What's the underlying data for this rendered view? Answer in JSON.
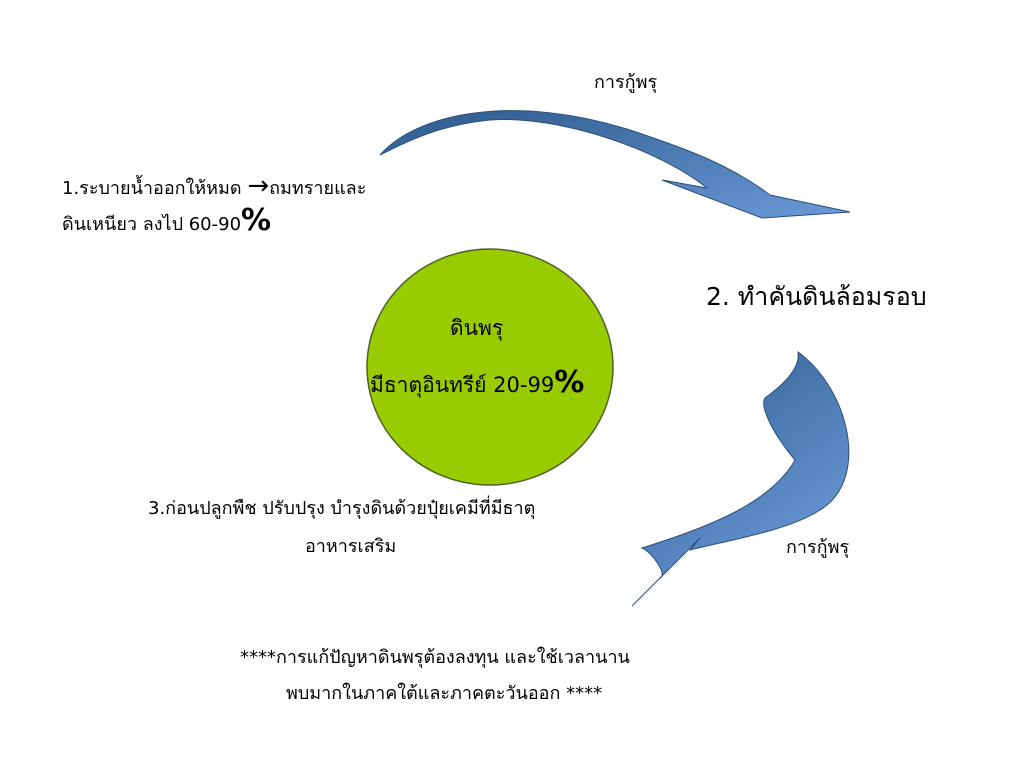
{
  "colors": {
    "circle_fill": "#99cc00",
    "circle_stroke": "#4f6228",
    "arrow_dark": "#2e5a8c",
    "arrow_light": "#5b8fd0"
  },
  "labels": {
    "recover_top": "การกู้พรุ",
    "recover_bottom": "การกู้พรุ"
  },
  "step1": {
    "line1_text": "1.ระบายน้ำออกให้หมด ",
    "line1_arrow": "→",
    "line1_tail": "ถมทรายและ",
    "line2_text": "ดินเหนียว ลงไป 60-90",
    "line2_pct": "%"
  },
  "step2": {
    "text": "2. ทำคันดินล้อมรอบ"
  },
  "center": {
    "title": "ดินพรุ",
    "line2_text": "มีธาตุอินทรีย์ 20-99",
    "line2_pct": "%"
  },
  "step3": {
    "line1": "3.ก่อนปลูกพืช ปรับปรุง บำรุงดินด้วยปุ๋ยเคมีที่มีธาตุ",
    "line2": "อาหารเสริม"
  },
  "note": {
    "line1": "****การแก้ปัญหาดินพรุต้องลงทุน และใช้เวลานาน",
    "line2": "พบมากในภาคใต้และภาคตะวันออก ****"
  }
}
